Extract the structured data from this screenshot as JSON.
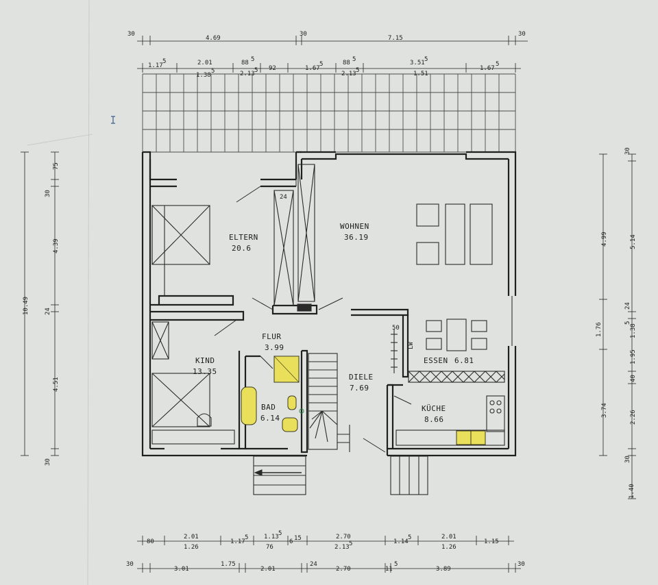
{
  "rooms": {
    "eltern": {
      "name": "ELTERN",
      "area": "20.6"
    },
    "wohnen": {
      "name": "WOHNEN",
      "area": "36.19"
    },
    "kind": {
      "name": "KIND",
      "area": "13.35"
    },
    "flur": {
      "name": "FLUR",
      "area": "3.99"
    },
    "bad": {
      "name": "BAD",
      "area": "6.14"
    },
    "diele": {
      "name": "DIELE",
      "area": "7.69"
    },
    "essen": {
      "name": "ESSEN",
      "area": "6.81"
    },
    "kueche": {
      "name": "KÜCHE",
      "area": "8.66"
    }
  },
  "labels": {
    "lw": "LW",
    "wall24": "24",
    "step50": "50"
  },
  "top_dims": {
    "row1": [
      "30",
      "4.69",
      "30",
      "7.15",
      "30"
    ],
    "row2_upper": [
      "1.17",
      "5",
      "2.01",
      "88",
      "5",
      "92",
      "1.67",
      "5",
      "88",
      "5",
      "3.51",
      "5",
      "1.67",
      "5"
    ],
    "row2_lower": [
      "1.38",
      "5",
      "2.13",
      "5",
      "2.13",
      "5",
      "1.51"
    ]
  },
  "bottom_dims": {
    "row1_upper": [
      "80",
      "2.01",
      "1.17",
      "5",
      "1.13",
      "5",
      "6",
      "15",
      "2.70",
      "1.14",
      "5",
      "2.01",
      "1.15"
    ],
    "row1_lower": [
      "1.26",
      "76",
      "2.13",
      "5",
      "1.26"
    ],
    "row2": [
      "30",
      "3.01",
      "1.75",
      "2.01",
      "24",
      "2.70",
      "11",
      "5",
      "3.89",
      "30"
    ]
  },
  "left_dims": {
    "total": "10.49",
    "parts": [
      "75",
      "30",
      "4.39",
      "24",
      "4.51",
      "30"
    ]
  },
  "right_dims": {
    "outer": [
      "4.99",
      "1.76",
      "3.74",
      "1.40"
    ],
    "inner": [
      "30",
      "5.14",
      "24",
      "1.38",
      "5",
      "1.95",
      "40",
      "2.26",
      "30"
    ]
  }
}
